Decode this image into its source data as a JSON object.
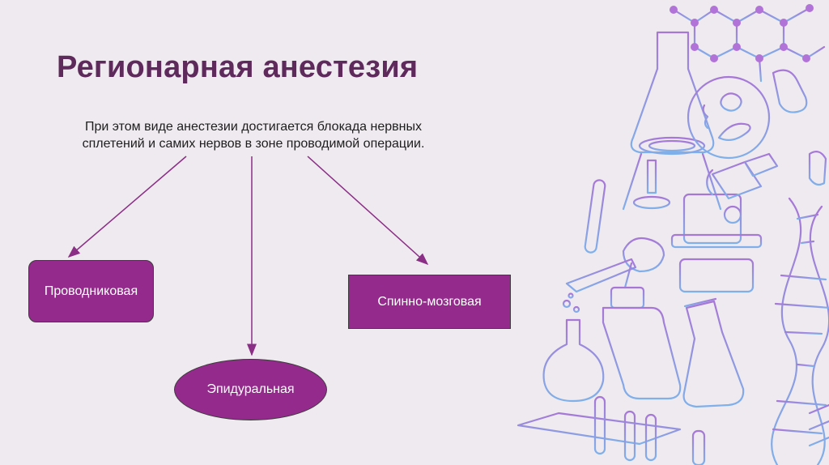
{
  "slide": {
    "title": "Регионарная анестезия",
    "description_lines": [
      "При этом виде анестезии достигается блокада нервных",
      "сплетений и самих нервов в зоне проводимой операции."
    ]
  },
  "nodes": {
    "conduction": "Проводниковая",
    "spinal": "Спинно-мозговая",
    "epidural": "Эпидуральная"
  },
  "colors": {
    "title": "#5e2a5c",
    "node_fill": "#932a8c",
    "arrow": "#8a2e86",
    "background": "#efeaef",
    "illustration_purple": "#a777d6",
    "illustration_blue": "#8aa4e6"
  },
  "illustration_icons": [
    "molecule-icon",
    "flask-icon",
    "microscope-icon",
    "bacteria-icon",
    "dna-icon",
    "test-tube-icon",
    "wash-bottle-icon",
    "erlenmeyer-flask-icon",
    "test-tube-rack-icon"
  ]
}
